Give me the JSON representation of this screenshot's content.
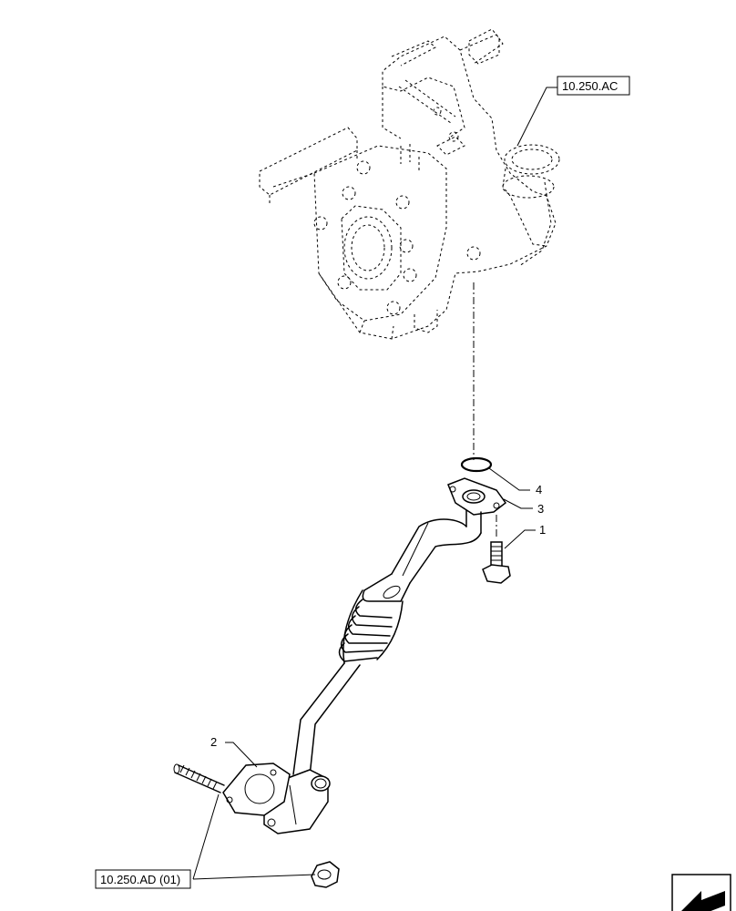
{
  "callouts": {
    "ref_turbo": "10.250.AC",
    "ref_outlet": "10.250.AD (01)",
    "item1": "1",
    "item2": "2",
    "item3": "3",
    "item4": "4"
  },
  "icons": {
    "nav": "arrow-left-icon"
  }
}
